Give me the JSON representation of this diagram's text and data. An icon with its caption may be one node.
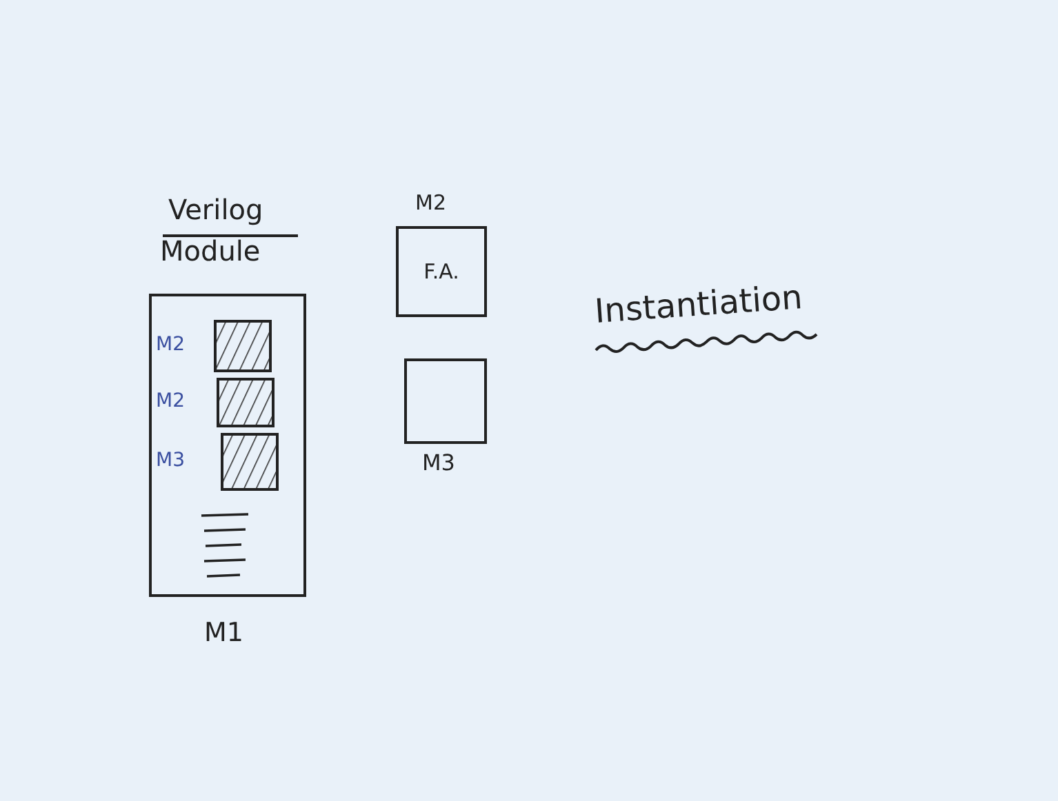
{
  "diagram": {
    "nodes": [
      {
        "text": [
          "M1"
        ]
      },
      {
        "text": [
          "M2"
        ],
        "in": 0
      },
      {
        "text": [
          "M2"
        ],
        "in": 0
      },
      {
        "text": [
          "M3"
        ],
        "in": 0
      },
      {
        "text": [
          "M2",
          "F.A."
        ]
      },
      {
        "text": [
          "M3"
        ]
      }
    ],
    "labels": [
      "Verilog",
      "Module",
      "Instantiation"
    ]
  }
}
